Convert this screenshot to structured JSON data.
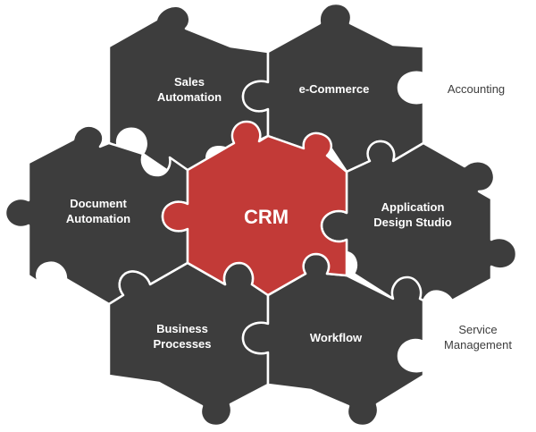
{
  "pieces": {
    "center": {
      "label": "CRM"
    },
    "sales_automation": {
      "line1": "Sales",
      "line2": "Automation"
    },
    "ecommerce": {
      "label": "e-Commerce"
    },
    "document_automation": {
      "line1": "Document",
      "line2": "Automation"
    },
    "application_design_studio": {
      "line1": "Application",
      "line2": "Design Studio"
    },
    "business_processes": {
      "line1": "Business",
      "line2": "Processes"
    },
    "workflow": {
      "label": "Workflow"
    }
  },
  "outside": {
    "accounting": {
      "label": "Accounting"
    },
    "service_management": {
      "line1": "Service",
      "line2": "Management"
    }
  },
  "colors": {
    "dark_piece": "#3d3d3d",
    "center_piece": "#c23a37",
    "outside_text": "#3d3d3d"
  }
}
